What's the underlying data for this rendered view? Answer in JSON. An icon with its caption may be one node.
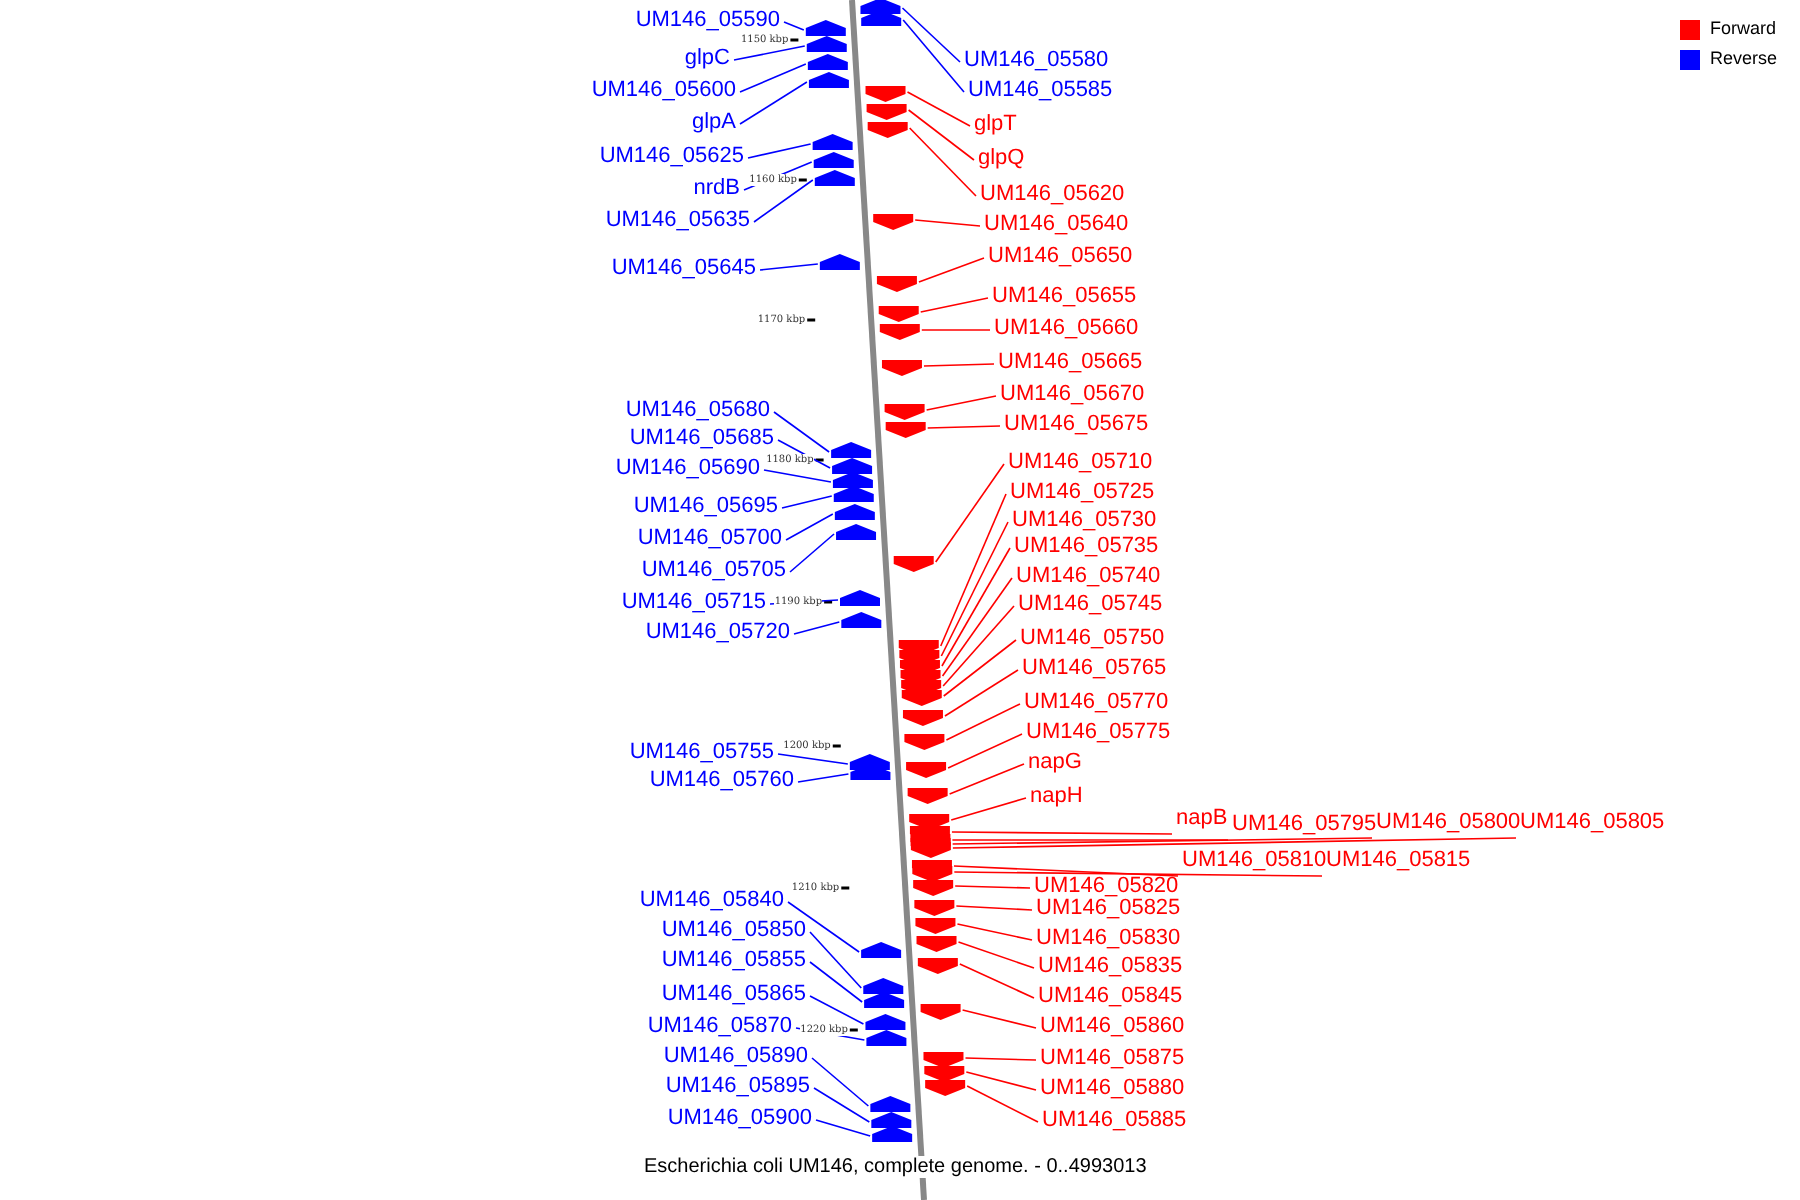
{
  "diagram": {
    "caption": "Escherichia coli UM146, complete genome. - 0..4993013",
    "nodes": [
      {
        "text": [
          "UM146_05580"
        ]
      },
      {
        "text": [
          "UM146_05585"
        ]
      },
      {
        "text": [
          "UM146_05590"
        ]
      },
      {
        "text": [
          "glpC"
        ]
      },
      {
        "text": [
          "UM146_05600"
        ]
      },
      {
        "text": [
          "glpA"
        ]
      },
      {
        "text": [
          "glpT"
        ]
      },
      {
        "text": [
          "glpQ"
        ]
      },
      {
        "text": [
          "UM146_05620"
        ]
      },
      {
        "text": [
          "UM146_05625"
        ]
      },
      {
        "text": [
          "nrdB"
        ]
      },
      {
        "text": [
          "UM146_05635"
        ]
      },
      {
        "text": [
          "UM146_05640"
        ]
      },
      {
        "text": [
          "UM146_05645"
        ]
      },
      {
        "text": [
          "UM146_05650"
        ]
      },
      {
        "text": [
          "UM146_05655"
        ]
      },
      {
        "text": [
          "UM146_05660"
        ]
      },
      {
        "text": [
          "UM146_05665"
        ]
      },
      {
        "text": [
          "UM146_05670"
        ]
      },
      {
        "text": [
          "UM146_05675"
        ]
      },
      {
        "text": [
          "UM146_05680"
        ]
      },
      {
        "text": [
          "UM146_05685"
        ]
      },
      {
        "text": [
          "UM146_05690"
        ]
      },
      {
        "text": [
          "UM146_05695"
        ]
      },
      {
        "text": [
          "UM146_05700"
        ]
      },
      {
        "text": [
          "UM146_05705"
        ]
      },
      {
        "text": [
          "UM146_05710"
        ]
      },
      {
        "text": [
          "UM146_05715"
        ]
      },
      {
        "text": [
          "UM146_05720"
        ]
      },
      {
        "text": [
          "UM146_05725"
        ]
      },
      {
        "text": [
          "UM146_05730"
        ]
      },
      {
        "text": [
          "UM146_05735"
        ]
      },
      {
        "text": [
          "UM146_05740"
        ]
      },
      {
        "text": [
          "UM146_05745"
        ]
      },
      {
        "text": [
          "UM146_05750"
        ]
      },
      {
        "text": [
          "UM146_05755"
        ]
      },
      {
        "text": [
          "UM146_05760"
        ]
      },
      {
        "text": [
          "UM146_05765"
        ]
      },
      {
        "text": [
          "UM146_05770"
        ]
      },
      {
        "text": [
          "UM146_05775"
        ]
      },
      {
        "text": [
          "napG"
        ]
      },
      {
        "text": [
          "napH"
        ]
      },
      {
        "text": [
          "napB"
        ]
      },
      {
        "text": [
          "UM146_05795"
        ]
      },
      {
        "text": [
          "UM146_05800"
        ]
      },
      {
        "text": [
          "UM146_05805"
        ]
      },
      {
        "text": [
          "UM146_05810"
        ]
      },
      {
        "text": [
          "UM146_05815"
        ]
      },
      {
        "text": [
          "UM146_05820"
        ]
      },
      {
        "text": [
          "UM146_05825"
        ]
      },
      {
        "text": [
          "UM146_05830"
        ]
      },
      {
        "text": [
          "UM146_05835"
        ]
      },
      {
        "text": [
          "UM146_05840"
        ]
      },
      {
        "text": [
          "UM146_05845"
        ]
      },
      {
        "text": [
          "UM146_05850"
        ]
      },
      {
        "text": [
          "UM146_05855"
        ]
      },
      {
        "text": [
          "UM146_05860"
        ]
      },
      {
        "text": [
          "UM146_05865"
        ]
      },
      {
        "text": [
          "UM146_05870"
        ]
      },
      {
        "text": [
          "UM146_05875"
        ]
      },
      {
        "text": [
          "UM146_05880"
        ]
      },
      {
        "text": [
          "UM146_05885"
        ]
      },
      {
        "text": [
          "UM146_05890"
        ]
      },
      {
        "text": [
          "UM146_05895"
        ]
      },
      {
        "text": [
          "UM146_05900"
        ]
      },
      {
        "text": [],
        "shape": "arrow"
      },
      {
        "text": [],
        "shape": "arrow"
      },
      {
        "text": [],
        "shape": "arrow"
      },
      {
        "text": [],
        "shape": "arrow"
      },
      {
        "text": [],
        "shape": "arrow"
      },
      {
        "text": [],
        "shape": "arrow"
      },
      {
        "text": [],
        "shape": "arrow"
      },
      {
        "text": [],
        "shape": "arrow"
      },
      {
        "text": [],
        "shape": "arrow"
      },
      {
        "text": [],
        "shape": "arrow"
      },
      {
        "text": [],
        "shape": "arrow"
      },
      {
        "text": [],
        "shape": "arrow"
      },
      {
        "text": [],
        "shape": "arrow"
      },
      {
        "text": [],
        "shape": "arrow"
      },
      {
        "text": [],
        "shape": "arrow"
      },
      {
        "text": [],
        "shape": "arrow"
      },
      {
        "text": [],
        "shape": "arrow"
      },
      {
        "text": [],
        "shape": "arrow"
      },
      {
        "text": [],
        "shape": "arrow"
      },
      {
        "text": [],
        "shape": "arrow"
      },
      {
        "text": [],
        "shape": "arrow"
      },
      {
        "text": [],
        "shape": "arrow"
      },
      {
        "text": [],
        "shape": "arrow"
      },
      {
        "text": [],
        "shape": "arrow"
      },
      {
        "text": [],
        "shape": "arrow"
      },
      {
        "text": [],
        "shape": "arrow"
      },
      {
        "text": [],
        "shape": "arrow"
      },
      {
        "text": [],
        "shape": "arrow"
      },
      {
        "text": [],
        "shape": "arrow"
      },
      {
        "text": [],
        "shape": "arrow"
      },
      {
        "text": [],
        "shape": "arrow"
      },
      {
        "text": [],
        "shape": "arrow"
      },
      {
        "text": [],
        "shape": "arrow"
      },
      {
        "text": [],
        "shape": "arrow"
      },
      {
        "text": [],
        "shape": "arrow"
      },
      {
        "text": [],
        "shape": "arrow"
      },
      {
        "text": [],
        "shape": "arrow"
      },
      {
        "text": [],
        "shape": "arrow"
      },
      {
        "text": [],
        "shape": "arrow"
      },
      {
        "text": [],
        "shape": "arrow"
      },
      {
        "text": [],
        "shape": "arrow"
      },
      {
        "text": [],
        "shape": "arrow"
      },
      {
        "text": [],
        "shape": "arrow"
      },
      {
        "text": [],
        "shape": "arrow"
      },
      {
        "text": [],
        "shape": "arrow"
      },
      {
        "text": [],
        "shape": "arrow"
      },
      {
        "text": [],
        "shape": "arrow"
      },
      {
        "text": [],
        "shape": "arrow"
      },
      {
        "text": [],
        "shape": "arrow"
      },
      {
        "text": [],
        "shape": "arrow"
      },
      {
        "text": [],
        "shape": "arrow"
      },
      {
        "text": [],
        "shape": "arrow"
      },
      {
        "text": [],
        "shape": "arrow"
      },
      {
        "text": [],
        "shape": "arrow"
      },
      {
        "text": [],
        "shape": "arrow"
      },
      {
        "text": [],
        "shape": "arrow"
      },
      {
        "text": [],
        "shape": "arrow"
      },
      {
        "text": [],
        "shape": "arrow"
      },
      {
        "text": [],
        "shape": "arrow"
      },
      {
        "text": [],
        "shape": "arrow"
      },
      {
        "text": [],
        "shape": "arrow"
      },
      {
        "text": [],
        "shape": "arrow"
      },
      {
        "text": [],
        "shape": "arrow"
      },
      {
        "text": [],
        "shape": "arrow"
      },
      {
        "text": [],
        "shape": "arrow"
      }
    ],
    "edges": [
      {
        "from": 0,
        "to": 65,
        "arrow": "none",
        "color": "#0000ff"
      },
      {
        "from": 1,
        "to": 66,
        "arrow": "none",
        "color": "#0000ff"
      },
      {
        "from": 2,
        "to": 67,
        "arrow": "none",
        "color": "#0000ff"
      },
      {
        "from": 3,
        "to": 68,
        "arrow": "none",
        "color": "#0000ff"
      },
      {
        "from": 4,
        "to": 69,
        "arrow": "none",
        "color": "#0000ff"
      },
      {
        "from": 5,
        "to": 70,
        "arrow": "none",
        "color": "#0000ff"
      },
      {
        "from": 6,
        "to": 71,
        "arrow": "none"
      },
      {
        "from": 7,
        "to": 72,
        "arrow": "none"
      },
      {
        "from": 8,
        "to": 73,
        "arrow": "none"
      },
      {
        "from": 9,
        "to": 74,
        "arrow": "none",
        "color": "#0000ff"
      },
      {
        "from": 10,
        "to": 75,
        "arrow": "none",
        "color": "#0000ff"
      },
      {
        "from": 11,
        "to": 76,
        "arrow": "none",
        "color": "#0000ff"
      },
      {
        "from": 12,
        "to": 77,
        "arrow": "none"
      },
      {
        "from": 13,
        "to": 78,
        "arrow": "none",
        "color": "#0000ff"
      },
      {
        "from": 14,
        "to": 79,
        "arrow": "none"
      },
      {
        "from": 15,
        "to": 80,
        "arrow": "none"
      },
      {
        "from": 16,
        "to": 81,
        "arrow": "none"
      },
      {
        "from": 17,
        "to": 82,
        "arrow": "none"
      },
      {
        "from": 18,
        "to": 83,
        "arrow": "none"
      },
      {
        "from": 19,
        "to": 84,
        "arrow": "none"
      },
      {
        "from": 20,
        "to": 85,
        "arrow": "none",
        "color": "#0000ff"
      },
      {
        "from": 21,
        "to": 86,
        "arrow": "none",
        "color": "#0000ff"
      },
      {
        "from": 22,
        "to": 87,
        "arrow": "none",
        "color": "#0000ff"
      },
      {
        "from": 23,
        "to": 88,
        "arrow": "none",
        "color": "#0000ff"
      },
      {
        "from": 24,
        "to": 89,
        "arrow": "none",
        "color": "#0000ff"
      },
      {
        "from": 25,
        "to": 90,
        "arrow": "none",
        "color": "#0000ff"
      },
      {
        "from": 26,
        "to": 91,
        "arrow": "none"
      },
      {
        "from": 27,
        "to": 92,
        "arrow": "none",
        "color": "#0000ff"
      },
      {
        "from": 28,
        "to": 93,
        "arrow": "none",
        "color": "#0000ff"
      },
      {
        "from": 29,
        "to": 94,
        "arrow": "none"
      },
      {
        "from": 30,
        "to": 95,
        "arrow": "none"
      },
      {
        "from": 31,
        "to": 96,
        "arrow": "none"
      },
      {
        "from": 32,
        "to": 97,
        "arrow": "none"
      },
      {
        "from": 33,
        "to": 98,
        "arrow": "none"
      },
      {
        "from": 34,
        "to": 99,
        "arrow": "none"
      },
      {
        "from": 35,
        "to": 100,
        "arrow": "none",
        "color": "#0000ff"
      },
      {
        "from": 36,
        "to": 101,
        "arrow": "none",
        "color": "#0000ff"
      },
      {
        "from": 37,
        "to": 102,
        "arrow": "none"
      },
      {
        "from": 38,
        "to": 103,
        "arrow": "none"
      },
      {
        "from": 39,
        "to": 104,
        "arrow": "none"
      },
      {
        "from": 40,
        "to": 105,
        "arrow": "none"
      },
      {
        "from": 41,
        "to": 106,
        "arrow": "none"
      },
      {
        "from": 42,
        "to": 107,
        "arrow": "none"
      },
      {
        "from": 43,
        "to": 108,
        "arrow": "none"
      },
      {
        "from": 44,
        "to": 109,
        "arrow": "none"
      },
      {
        "from": 45,
        "to": 110,
        "arrow": "none"
      },
      {
        "from": 46,
        "to": 111,
        "arrow": "none"
      },
      {
        "from": 47,
        "to": 112,
        "arrow": "none"
      },
      {
        "from": 48,
        "to": 113,
        "arrow": "none"
      },
      {
        "from": 49,
        "to": 114,
        "arrow": "none"
      },
      {
        "from": 50,
        "to": 115,
        "arrow": "none"
      },
      {
        "from": 51,
        "to": 116,
        "arrow": "none"
      },
      {
        "from": 52,
        "to": 117,
        "arrow": "none",
        "color": "#0000ff"
      },
      {
        "from": 53,
        "to": 118,
        "arrow": "none"
      },
      {
        "from": 54,
        "to": 119,
        "arrow": "none",
        "color": "#0000ff"
      },
      {
        "from": 55,
        "to": 120,
        "arrow": "none",
        "color": "#0000ff"
      },
      {
        "from": 56,
        "to": 121,
        "arrow": "none"
      },
      {
        "from": 57,
        "to": 122,
        "arrow": "none",
        "color": "#0000ff"
      },
      {
        "from": 58,
        "to": 123,
        "arrow": "none",
        "color": "#0000ff"
      },
      {
        "from": 59,
        "to": 124,
        "arrow": "none"
      },
      {
        "from": 60,
        "to": 125,
        "arrow": "none"
      },
      {
        "from": 61,
        "to": 126,
        "arrow": "none"
      },
      {
        "from": 62,
        "to": 127,
        "arrow": "none",
        "color": "#0000ff"
      },
      {
        "from": 63,
        "to": 128,
        "arrow": "none",
        "color": "#0000ff"
      },
      {
        "from": 64,
        "to": 129,
        "arrow": "none",
        "color": "#0000ff"
      }
    ],
    "labels": [
      "1150 kbp",
      "1160 kbp",
      "1170 kbp",
      "1180 kbp",
      "1190 kbp",
      "1200 kbp",
      "1210 kbp",
      "1220 kbp"
    ],
    "legend": [
      {
        "text": "Forward",
        "color": "#ff0000"
      },
      {
        "text": "Reverse",
        "color": "#0000ff"
      }
    ]
  }
}
